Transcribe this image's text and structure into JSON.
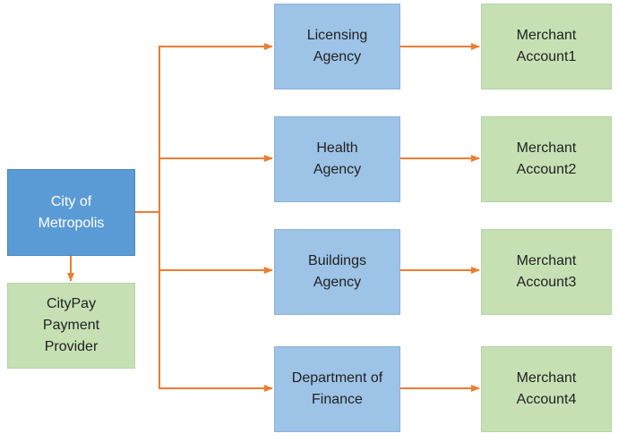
{
  "root": {
    "line1": "City of",
    "line2": "Metropolis"
  },
  "provider": {
    "line1": "CityPay",
    "line2": "Payment",
    "line3": "Provider"
  },
  "agencies": [
    {
      "line1": "Licensing",
      "line2": "Agency"
    },
    {
      "line1": "Health",
      "line2": "Agency"
    },
    {
      "line1": "Buildings",
      "line2": "Agency"
    },
    {
      "line1": "Department of",
      "line2": "Finance"
    }
  ],
  "merchants": [
    {
      "line1": "Merchant",
      "line2": "Account1"
    },
    {
      "line1": "Merchant",
      "line2": "Account2"
    },
    {
      "line1": "Merchant",
      "line2": "Account3"
    },
    {
      "line1": "Merchant",
      "line2": "Account4"
    }
  ],
  "colors": {
    "root_fill": "#5b9bd5",
    "agency_fill": "#9dc3e6",
    "green_fill": "#c6e0b4",
    "connector": "#ed7d31"
  }
}
